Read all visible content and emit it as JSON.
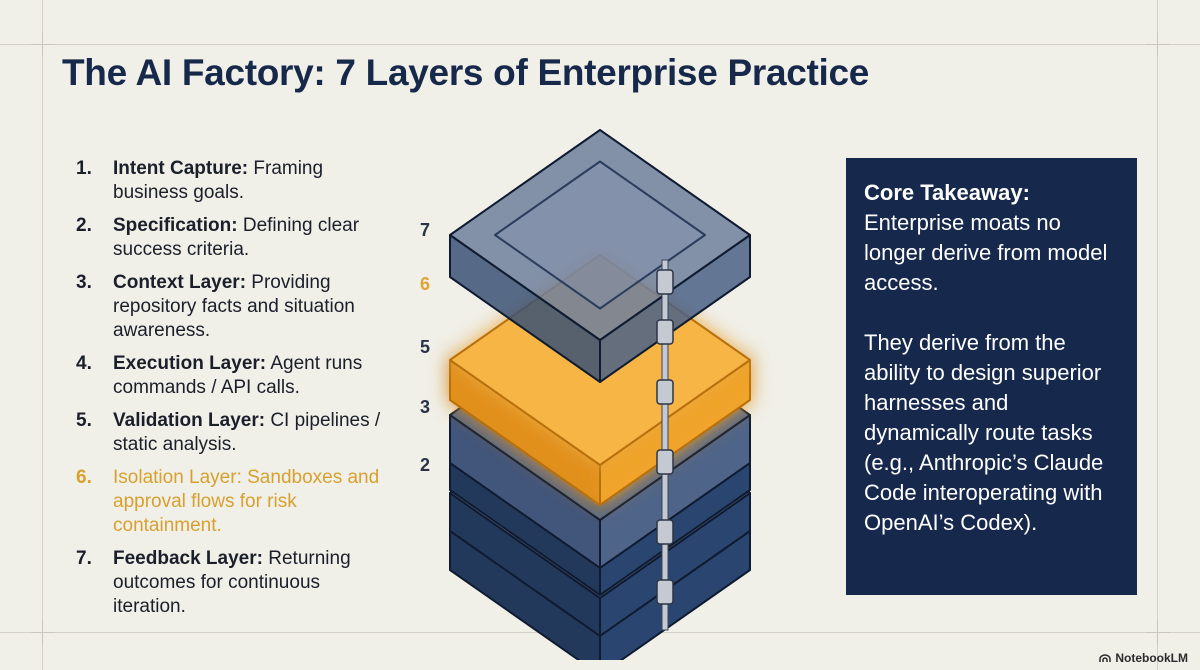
{
  "title": "The AI Factory: 7 Layers of Enterprise Practice",
  "layers": [
    {
      "num": "1.",
      "name": "Intent Capture:",
      "desc": " Framing business goals."
    },
    {
      "num": "2.",
      "name": "Specification:",
      "desc": " Defining clear success criteria."
    },
    {
      "num": "3.",
      "name": "Context Layer:",
      "desc": " Providing repository facts and situation awareness."
    },
    {
      "num": "4.",
      "name": "Execution Layer:",
      "desc": " Agent runs commands / API calls."
    },
    {
      "num": "5.",
      "name": "Validation Layer:",
      "desc": " CI pipelines / static analysis."
    },
    {
      "num": "6.",
      "name": "Isolation Layer:",
      "desc": " Sandboxes and approval flows for risk containment."
    },
    {
      "num": "7.",
      "name": "Feedback Layer:",
      "desc": " Returning outcomes for continuous iteration."
    }
  ],
  "diagram": {
    "level_labels": [
      "7",
      "6",
      "5",
      "3",
      "2"
    ],
    "highlighted_level": "6",
    "colors": {
      "slab": "#2a4670",
      "slab_top": "#5b6d8c",
      "highlight": "#f4a62a",
      "lock": "#c5c9d2"
    }
  },
  "takeaway": {
    "title": "Core Takeaway:",
    "paragraph1": "Enterprise moats no longer derive from model access.",
    "paragraph2": "They derive from the ability to design superior harnesses and dynamically route tasks (e.g., Anthropic’s Claude Code interoperating with OpenAI’s Codex)."
  },
  "watermark": "NotebookLM"
}
